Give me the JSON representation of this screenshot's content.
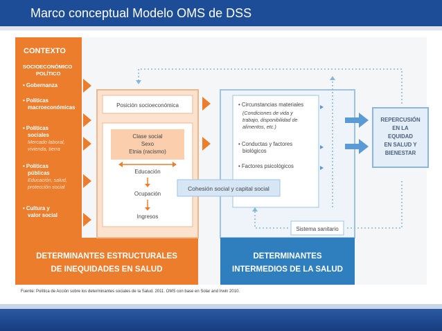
{
  "title": "Marco conceptual Modelo OMS de DSS",
  "context": {
    "heading": "CONTEXTO",
    "lines": [
      "SOCIOECONÓMICO",
      "POLÍTICO"
    ],
    "items": [
      {
        "label": [
          "• Gobernanza"
        ],
        "sub": []
      },
      {
        "label": [
          "• Políticas",
          "macroeconómicas"
        ],
        "sub": []
      },
      {
        "label": [
          "• Políticas",
          "sociales"
        ],
        "sub": [
          "Mercado laboral,",
          "vivienda, tierra"
        ]
      },
      {
        "label": [
          "• Políticas",
          "públicas"
        ],
        "sub": [
          "Educación, salud,",
          "protección social"
        ]
      },
      {
        "label": [
          "• Cultura y",
          "valor social"
        ],
        "sub": []
      }
    ]
  },
  "structural": {
    "position": "Posición socioeconómica",
    "inner": [
      "Clase social",
      "Sexo",
      "Etnia (racismo)"
    ],
    "education": "Educación",
    "occupation": "Ocupación",
    "income": "Ingresos",
    "footer": [
      "DETERMINANTES ESTRUCTURALES",
      "DE INEQUIDADES EN SALUD"
    ]
  },
  "intermediate": {
    "material": [
      "Circunstancias materiales"
    ],
    "material_sub": [
      "(Condiciones de vida y",
      "trabajo, disponibilidad de",
      "alimentos, etc.)"
    ],
    "behavior": [
      "Conductas y factores",
      "biológicos"
    ],
    "psych": "Factores psicológicos",
    "cohesion": "Cohesión social y capital social",
    "system": "Sistema sanitario",
    "footer": [
      "DETERMINANTES",
      "INTERMEDIOS DE LA SALUD"
    ]
  },
  "outcome": [
    "REPERCUSIÓN",
    "EN LA",
    "EQUIDAD",
    "EN SALUD Y",
    "BIENESTAR"
  ],
  "source": "Fuente: Política de Acción sobre los determinantes sociales de la Salud. 2011. OMS con base en Solar and Irwin 2010.",
  "colors": {
    "orange": "#ec7d2c",
    "blue": "#2f7fbf",
    "navy": "#1c4d96",
    "lightblue": "#5b9bd5"
  }
}
